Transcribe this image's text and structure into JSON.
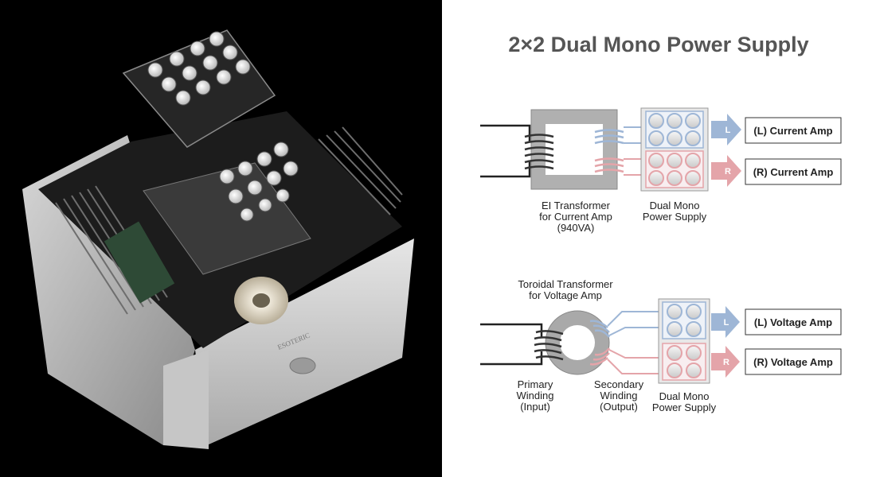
{
  "photo": {
    "alt": "Amplifier interior photo",
    "brand_mark": "ESOTERIC"
  },
  "diagram": {
    "title": "2×2 Dual Mono Power Supply",
    "colors": {
      "left_channel": "#9eb6d6",
      "right_channel": "#e4a4a9",
      "core": "#999999",
      "wire": "#222222"
    },
    "top": {
      "transformer_label": [
        "EI Transformer",
        "for Current Amp",
        "(940VA)"
      ],
      "psu_label": [
        "Dual Mono",
        "Power Supply"
      ],
      "left_arrow": "L",
      "right_arrow": "R",
      "left_amp": "(L) Current Amp",
      "right_amp": "(R) Current Amp"
    },
    "bottom": {
      "transformer_label": [
        "Toroidal Transformer",
        "for Voltage Amp"
      ],
      "primary_label": [
        "Primary",
        "Winding",
        "(Input)"
      ],
      "secondary_label": [
        "Secondary",
        "Winding",
        "(Output)"
      ],
      "psu_label": [
        "Dual Mono",
        "Power Supply"
      ],
      "left_arrow": "L",
      "right_arrow": "R",
      "left_amp": "(L) Voltage Amp",
      "right_amp": "(R) Voltage Amp"
    }
  }
}
